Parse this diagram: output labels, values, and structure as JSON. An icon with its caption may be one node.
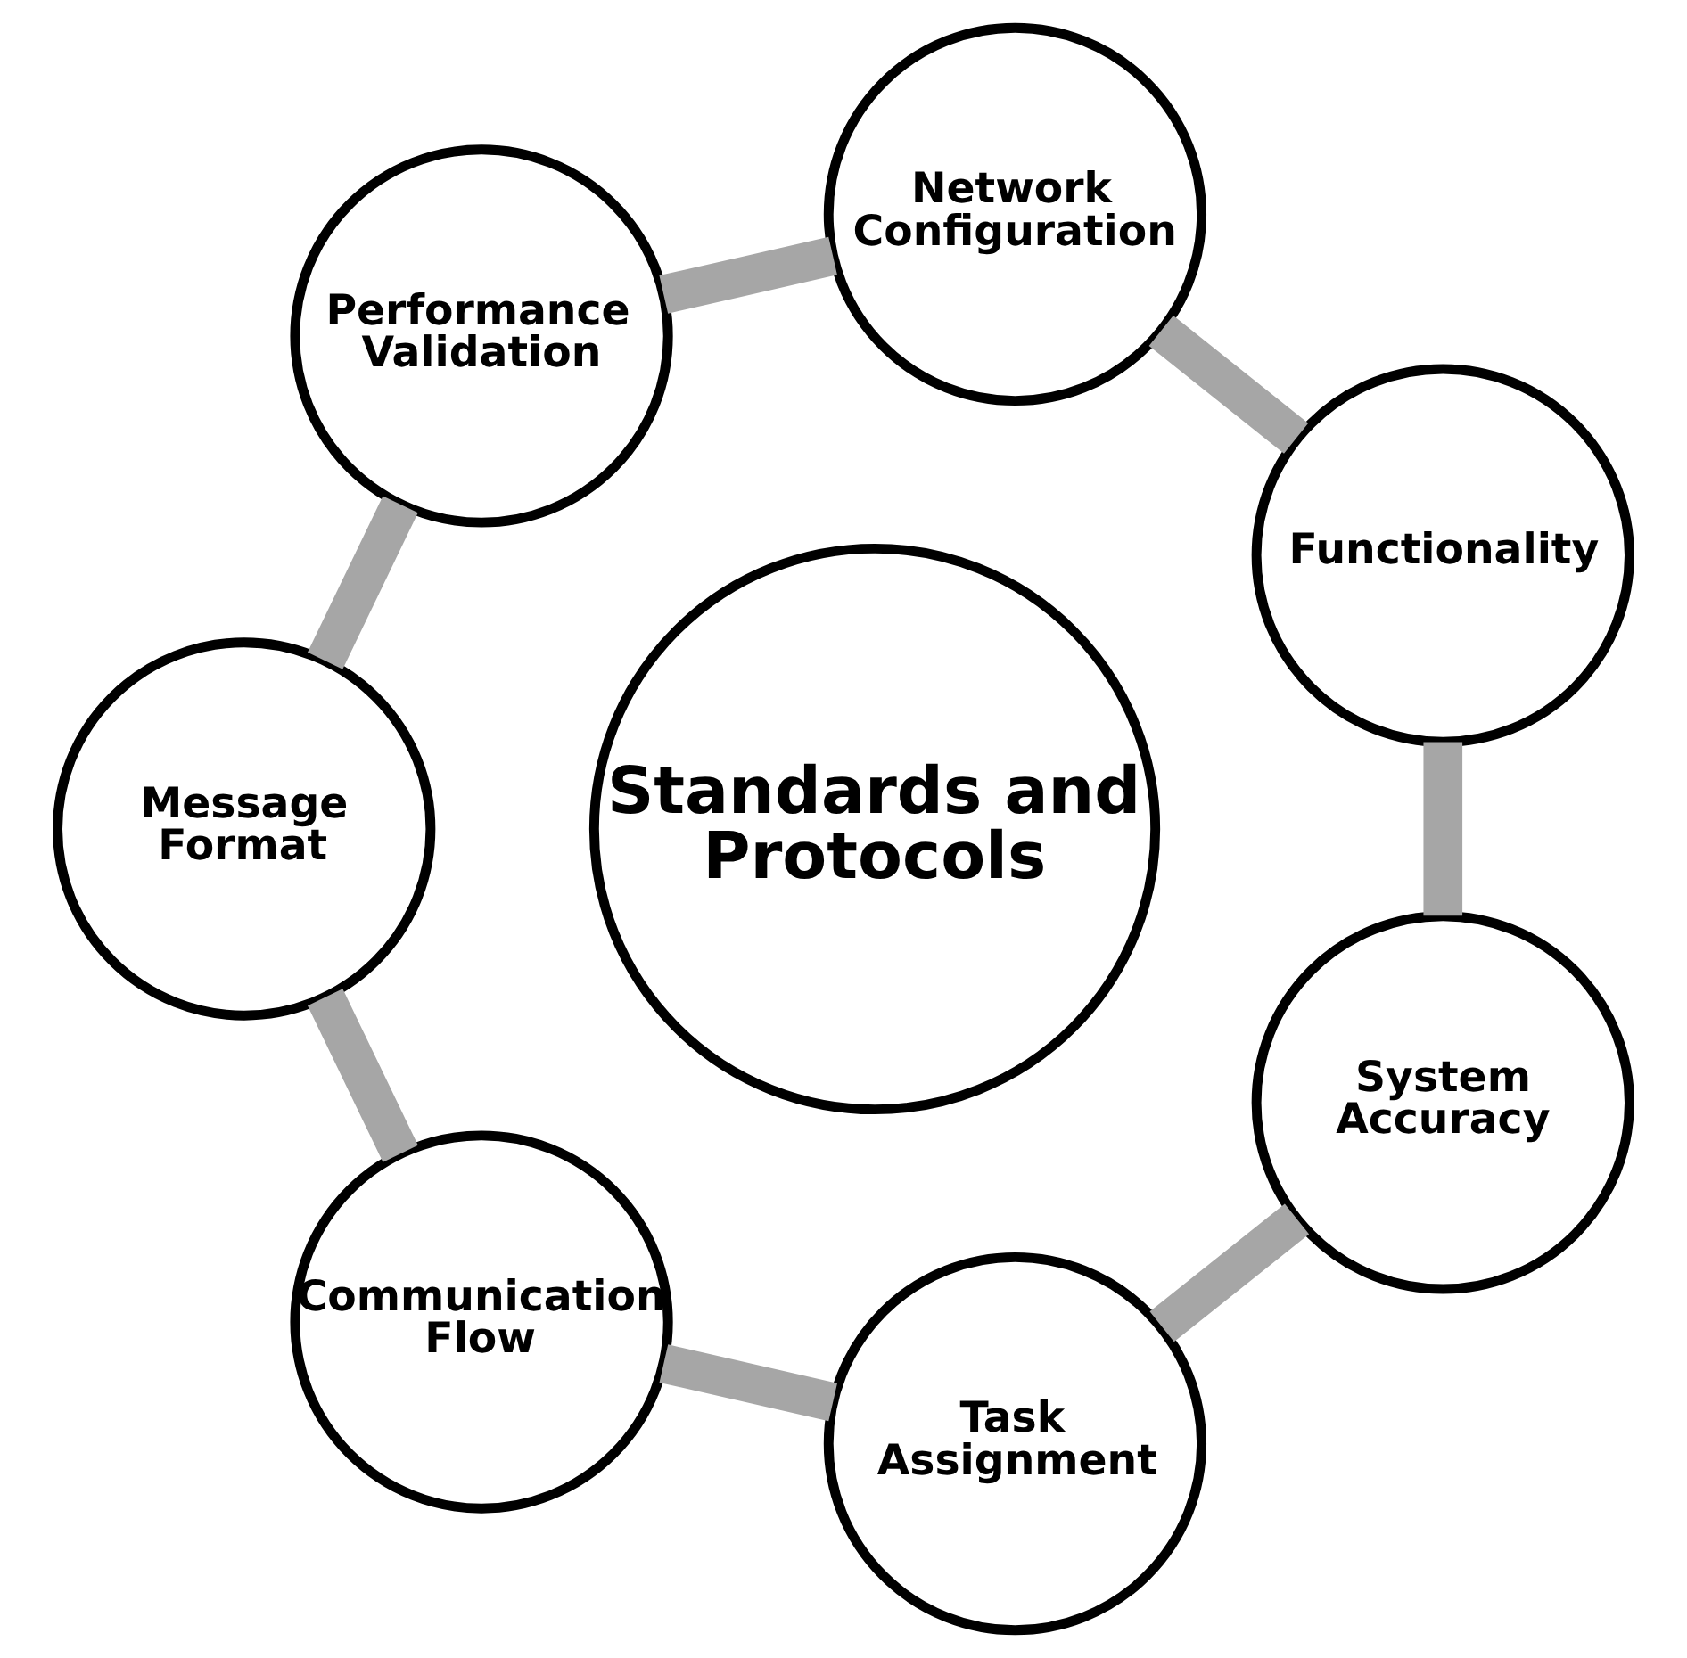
{
  "diagram": {
    "nodes": [
      {
        "text": [
          "Functionality"
        ]
      },
      {
        "text": [
          "Network Configuration"
        ]
      },
      {
        "text": [
          "System Accuracy"
        ]
      },
      {
        "text": [
          "Standards and Protocols"
        ]
      },
      {
        "text": [
          "Performance Validation"
        ]
      },
      {
        "text": [
          "Task Assignment"
        ]
      },
      {
        "text": [
          "Message Format"
        ]
      },
      {
        "text": [
          "Communication Flow"
        ]
      }
    ],
    "edges": [
      {
        "from": 0,
        "to": 2,
        "arrow": "none"
      },
      {
        "from": 2,
        "to": 5,
        "arrow": "none"
      },
      {
        "from": 5,
        "to": 7,
        "arrow": "none"
      },
      {
        "from": 7,
        "to": 6,
        "arrow": "none"
      },
      {
        "from": 6,
        "to": 4,
        "arrow": "none"
      },
      {
        "from": 4,
        "to": 1,
        "arrow": "none"
      },
      {
        "from": 1,
        "to": 0,
        "arrow": "none"
      }
    ]
  }
}
